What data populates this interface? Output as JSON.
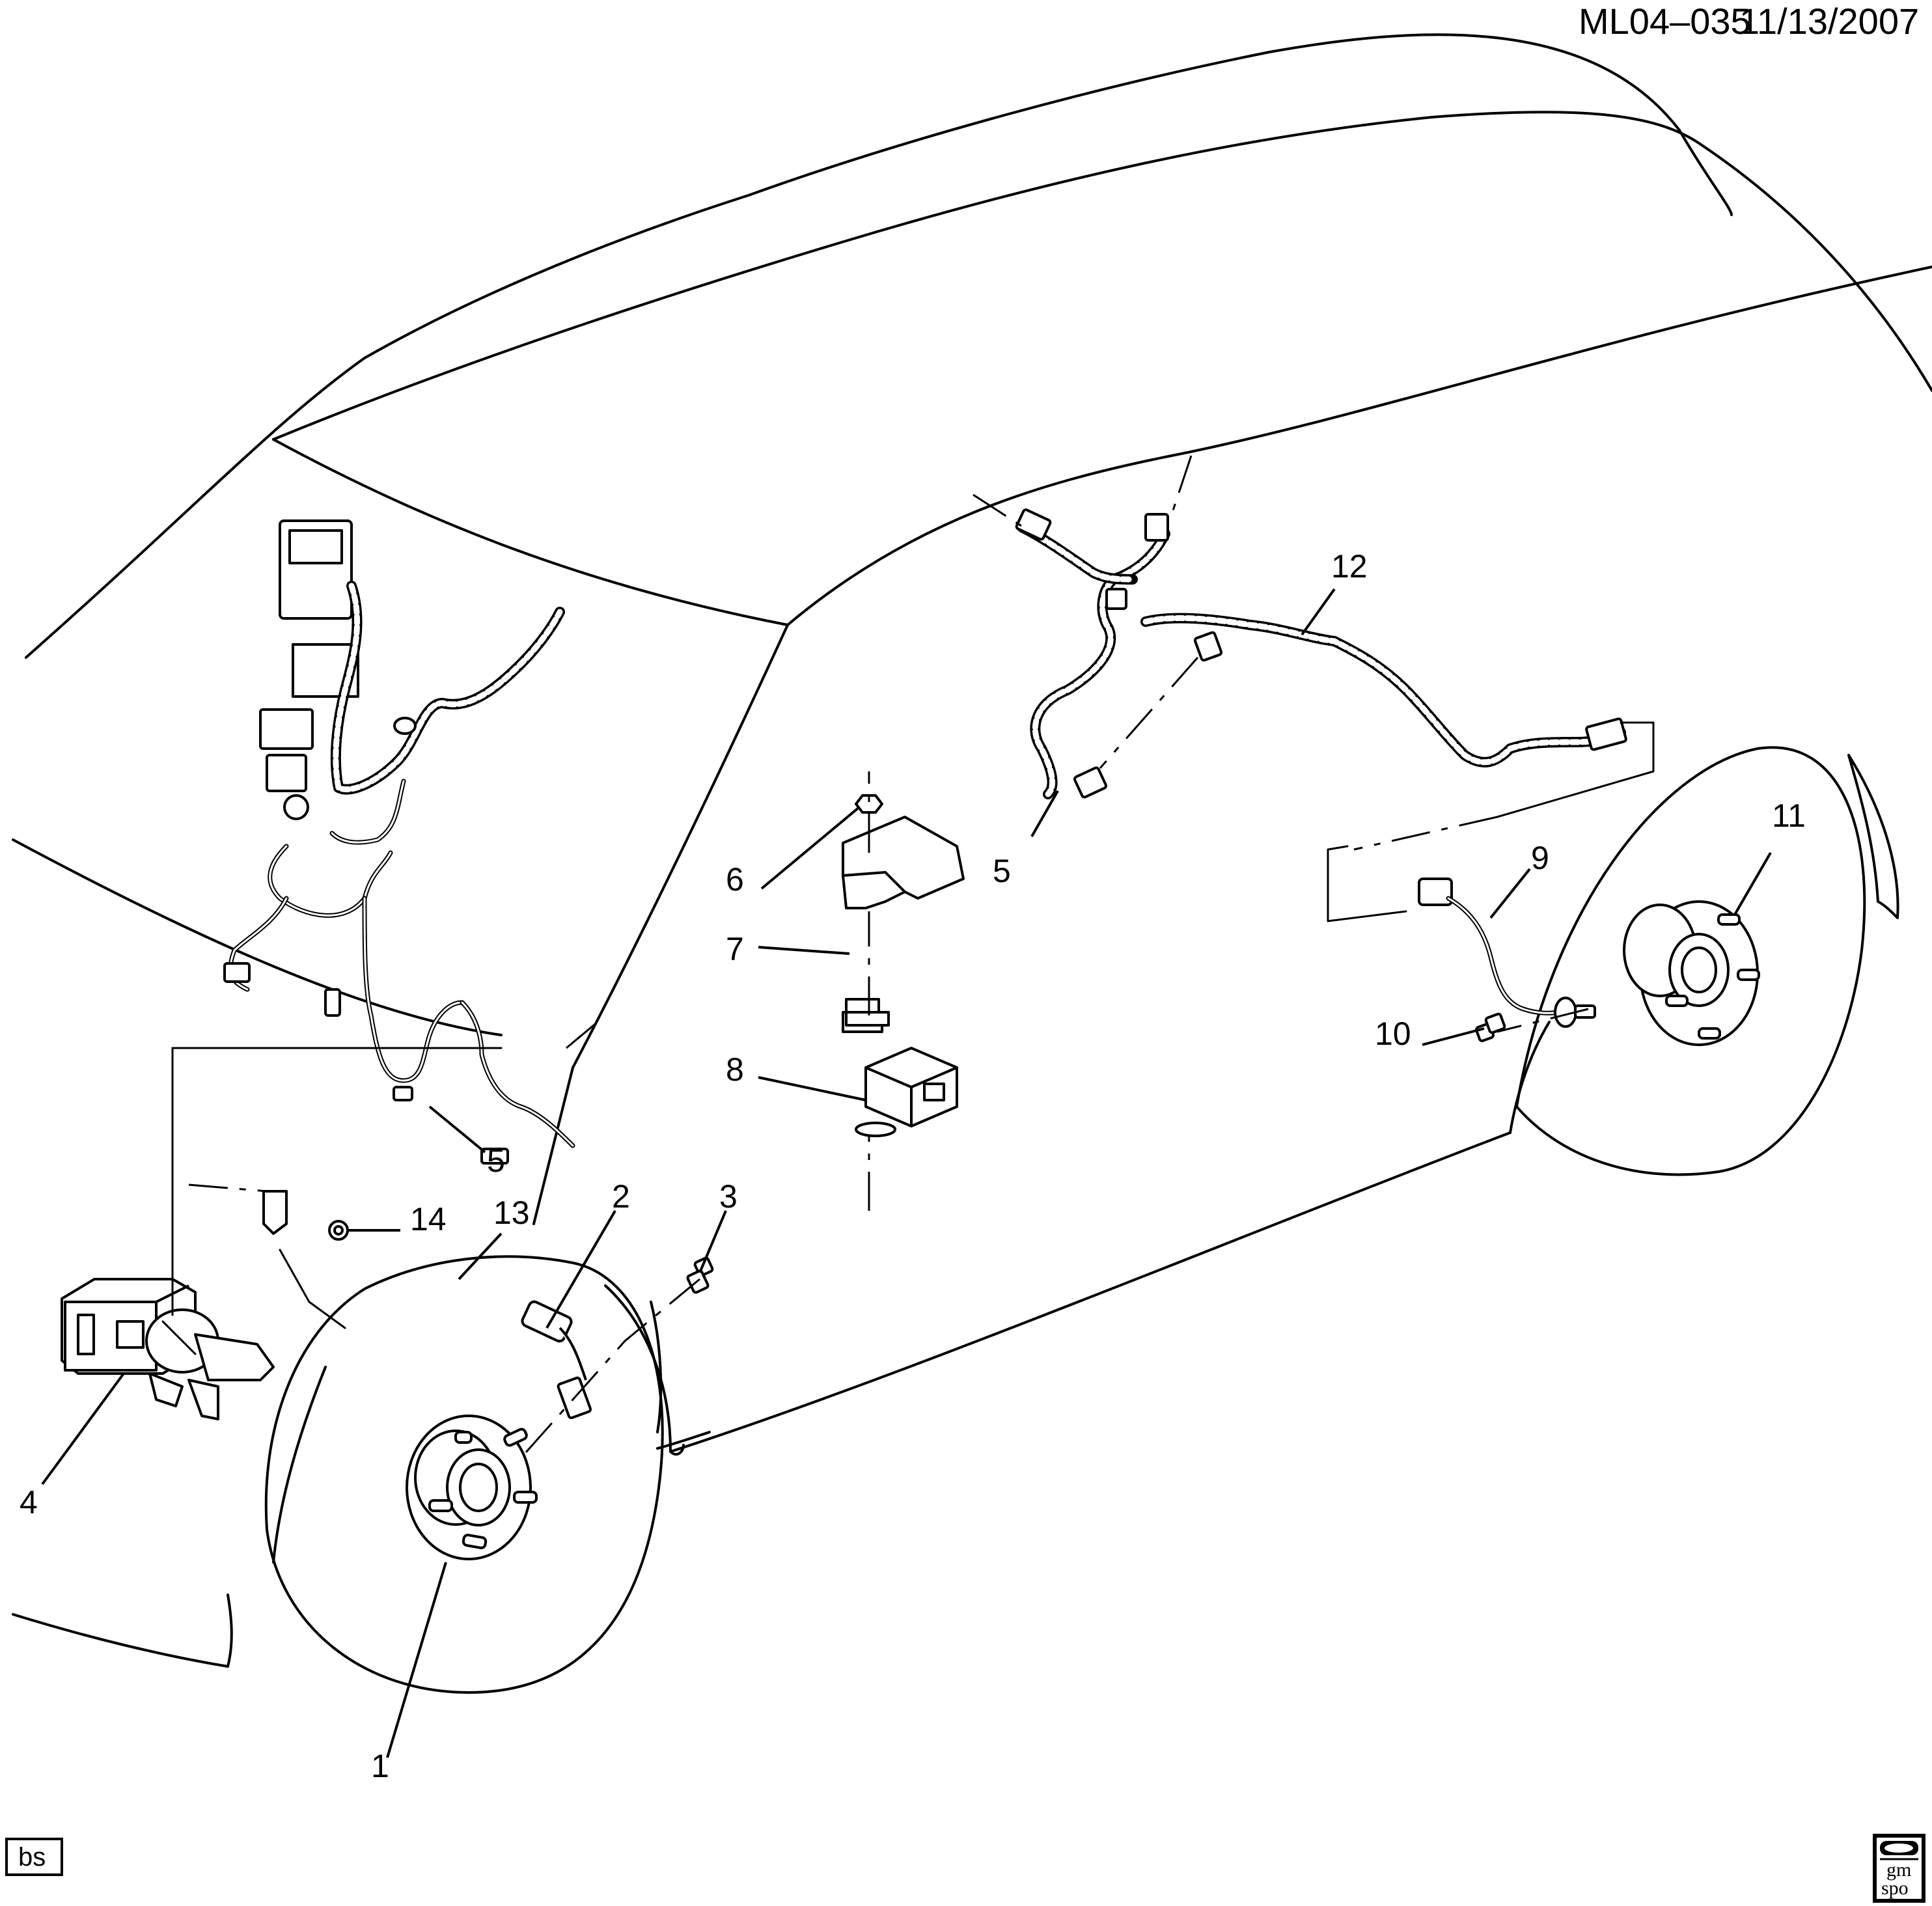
{
  "header": {
    "diagram_code": "ML04–035",
    "date": "11/13/2007"
  },
  "callouts": [
    {
      "id": "c1",
      "number": "1"
    },
    {
      "id": "c2",
      "number": "2"
    },
    {
      "id": "c3",
      "number": "3"
    },
    {
      "id": "c4",
      "number": "4"
    },
    {
      "id": "c5a",
      "number": "5"
    },
    {
      "id": "c5b",
      "number": "5"
    },
    {
      "id": "c6",
      "number": "6"
    },
    {
      "id": "c7",
      "number": "7"
    },
    {
      "id": "c8",
      "number": "8"
    },
    {
      "id": "c9",
      "number": "9"
    },
    {
      "id": "c10",
      "number": "10"
    },
    {
      "id": "c11",
      "number": "11"
    },
    {
      "id": "c12",
      "number": "12"
    },
    {
      "id": "c13",
      "number": "13"
    },
    {
      "id": "c14",
      "number": "14"
    }
  ],
  "footer": {
    "badge_left": "bs",
    "logo_right": {
      "line1": "gm",
      "line2": "spo"
    }
  }
}
